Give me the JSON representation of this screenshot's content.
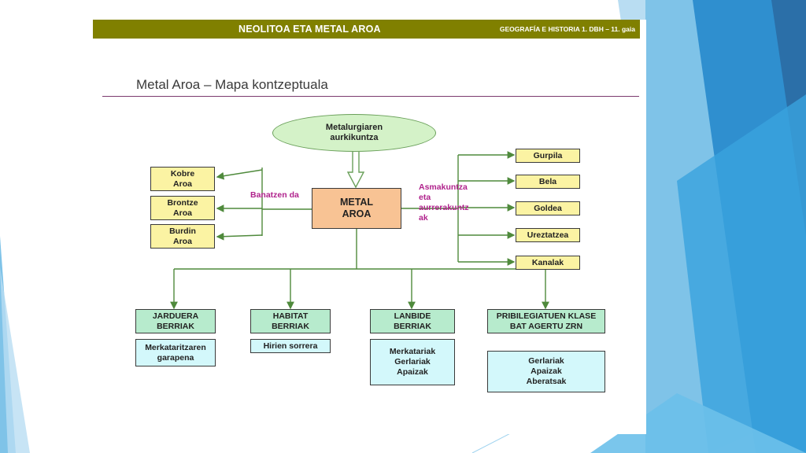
{
  "header": {
    "title": "NEOLITOA ETA METAL AROA",
    "subtitle": "GEOGRAFÍA E HISTORIA   1. DBH – 11. gaia"
  },
  "page_title": "Metal Aroa – Mapa kontzeptuala",
  "diagram": {
    "top_node": "Metalurgiaren\naurkikuntza",
    "central_node": "METAL\nAROA",
    "left_label": "Banatzen da",
    "left_nodes": [
      "Kobre\nAroa",
      "Brontze\nAroa",
      "Burdin\nAroa"
    ],
    "right_label": "Asmakuntza\neta\naurrerakuntz\nak",
    "right_nodes": [
      "Gurpila",
      "Bela",
      "Goldea",
      "Ureztatzea",
      "Kanalak"
    ],
    "bottom_nodes": [
      {
        "title": "JARDUERA\nBERRIAK",
        "detail": "Merkataritzaren\ngarapena"
      },
      {
        "title": "HABITAT\nBERRIAK",
        "detail": "Hirien sorrera"
      },
      {
        "title": "LANBIDE\nBERRIAK",
        "detail": "Merkatariak\nGerlariak\nApaizak"
      },
      {
        "title": "PRIBILEGIATUEN KLASE\nBAT AGERTU ZRN",
        "detail": "Gerlariak\nApaizak\nAberatsak"
      }
    ]
  },
  "colors": {
    "header_bg": "#808000",
    "connector": "#4f8a3c",
    "label": "#b0228c",
    "accent_blue": "#2f8fcf"
  }
}
